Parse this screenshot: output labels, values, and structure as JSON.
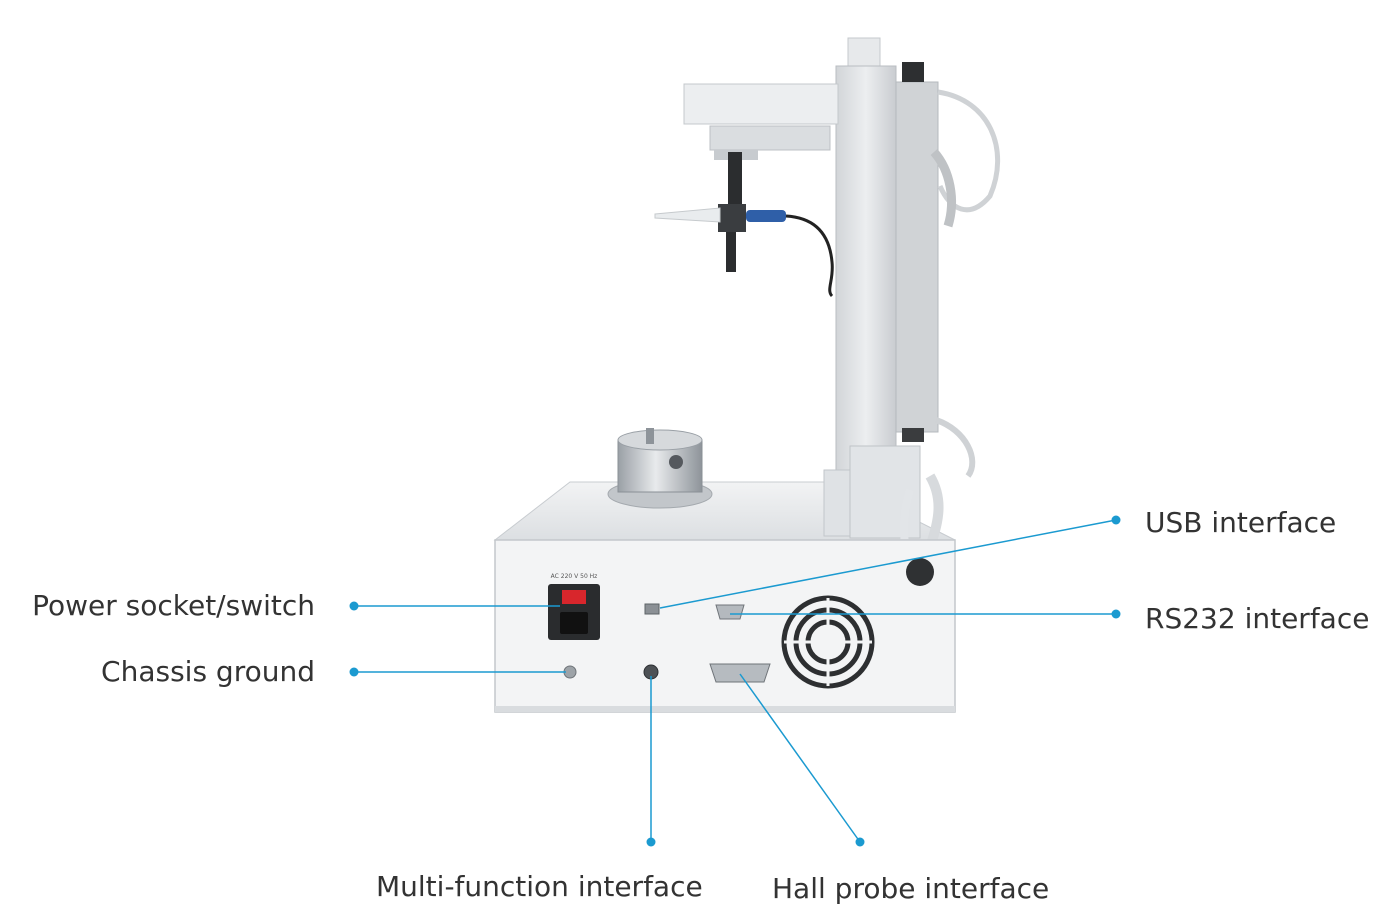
{
  "colors": {
    "accent": "#1b9ad0",
    "label_text": "#333333",
    "chassis": "#e4e6e8",
    "panel": "#f4f5f6",
    "power_switch": "#d8262c"
  },
  "callouts": {
    "power": "Power socket/switch",
    "ground": "Chassis ground",
    "usb": "USB interface",
    "rs232": "RS232 interface",
    "multi": "Multi-function interface",
    "hall": "Hall probe interface"
  },
  "panel_text": {
    "ac_rating": "AC 220 V 50 Hz"
  }
}
